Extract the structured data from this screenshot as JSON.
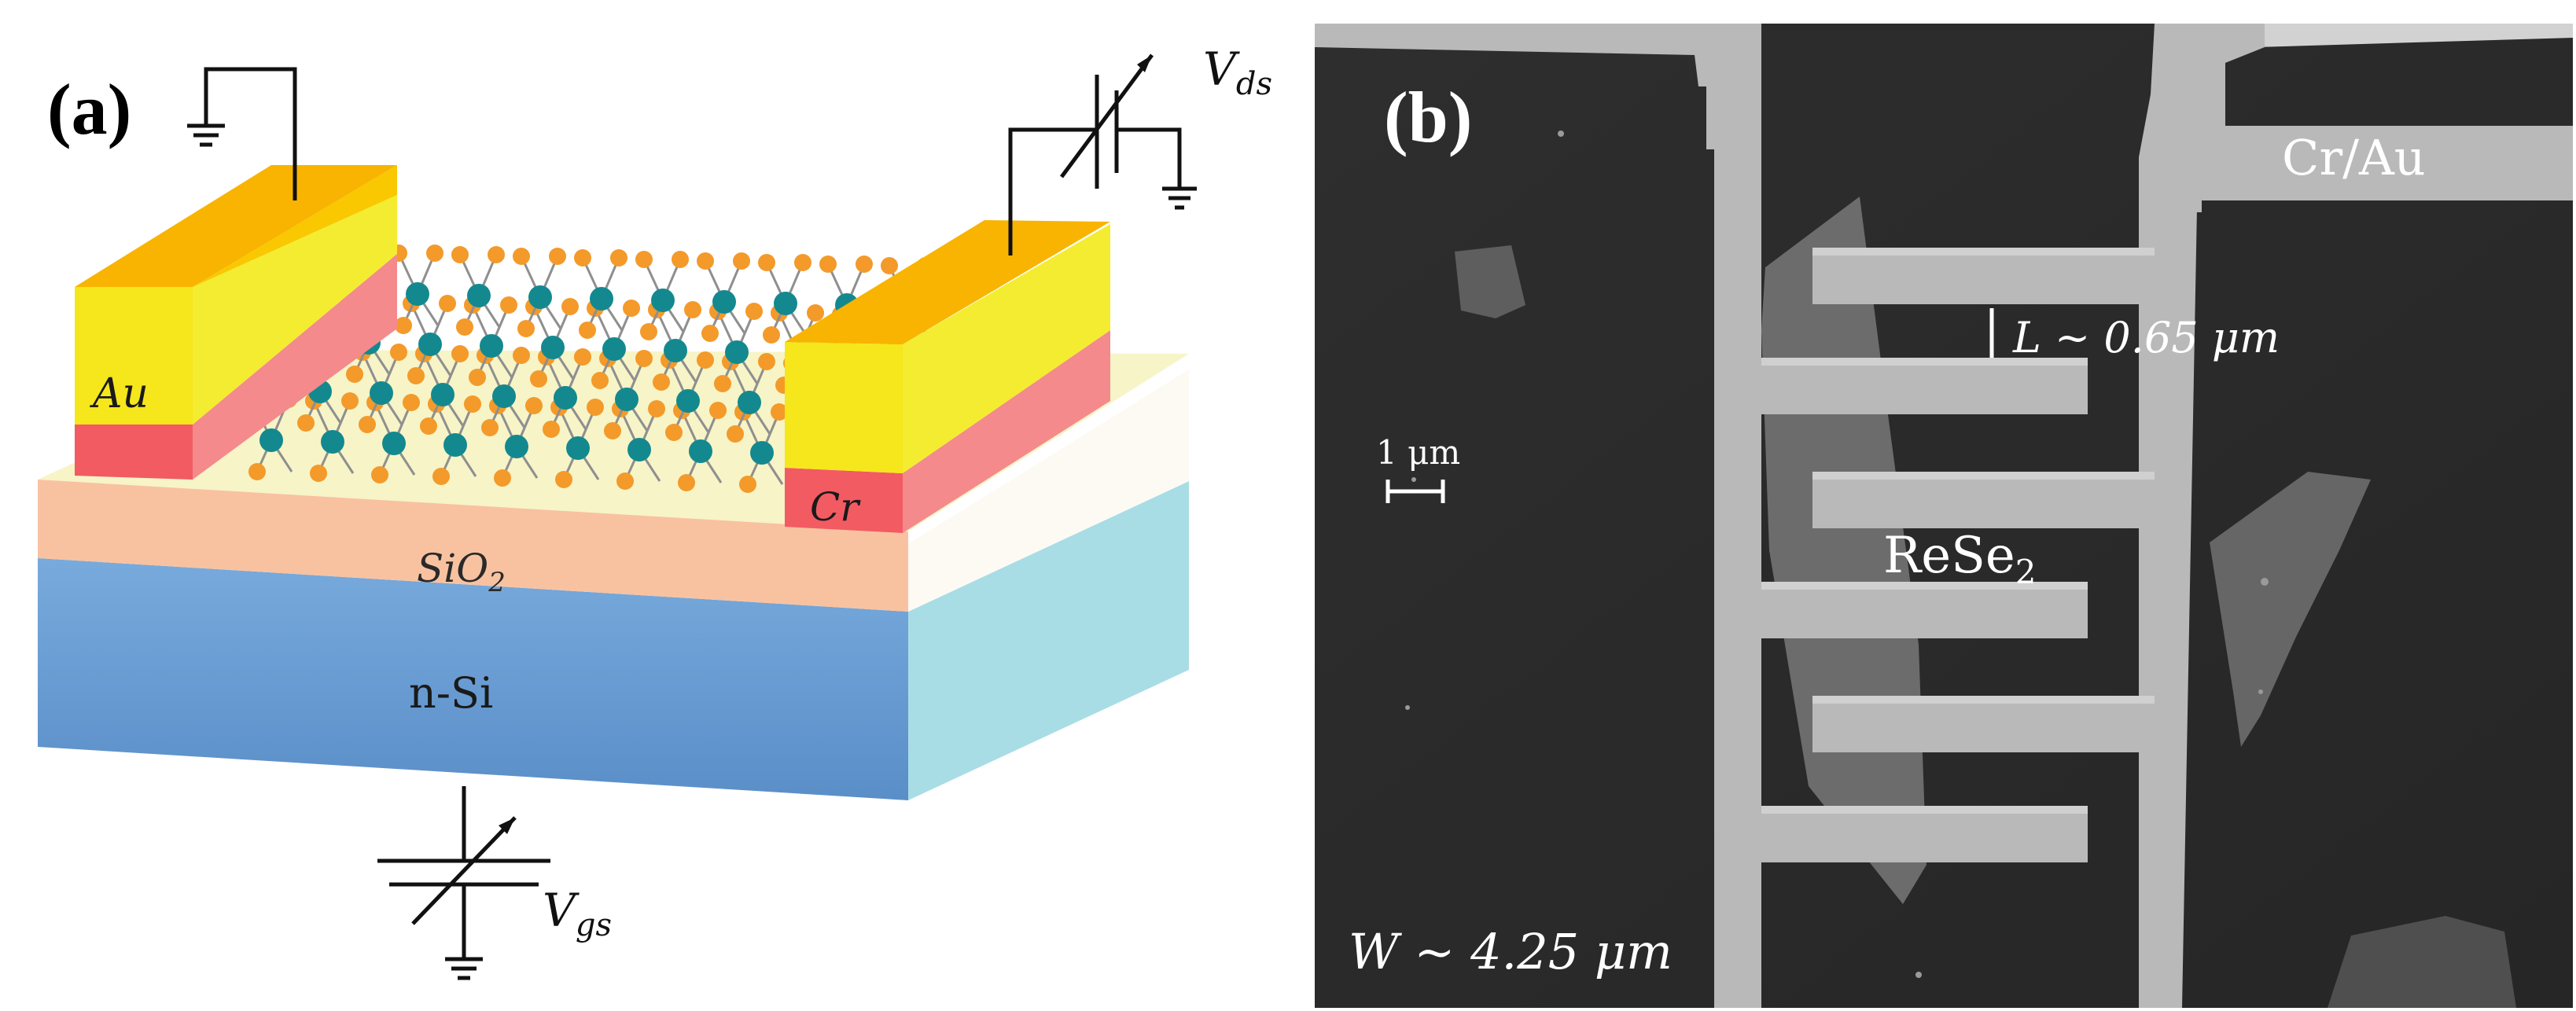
{
  "panel_a": {
    "label": "(a)",
    "electrode_left_label": "Au",
    "electrode_right_label": "Cr",
    "oxide_base": "SiO",
    "oxide_sub": "2",
    "substrate_label": "n-Si",
    "vds_main": "V",
    "vds_sub": "ds",
    "vgs_main": "V",
    "vgs_sub": "gs"
  },
  "panel_b": {
    "label": "(b)",
    "contact_label": "Cr/Au",
    "length_label": "L ~ 0.65 μm",
    "scale_label": "1 μm",
    "material_base": "ReSe",
    "material_sub": "2",
    "width_label": "W ~ 4.25 μm"
  },
  "colors": {
    "gold_front": "#f6e61c",
    "gold_top": "#f8b400",
    "chromium": "#f25b62",
    "chromium_light": "#f48a8c",
    "oxide_front": "#f8c2a0",
    "oxide_top": "#f7f4c7",
    "silicon_front": "#6d9fd4",
    "silicon_side": "#a8dde6",
    "rhenium_atom": "#13898f",
    "selenium_atom": "#f39a2a",
    "sem_background": "#2b2b2b",
    "sem_electrode": "#b7b7b7"
  }
}
